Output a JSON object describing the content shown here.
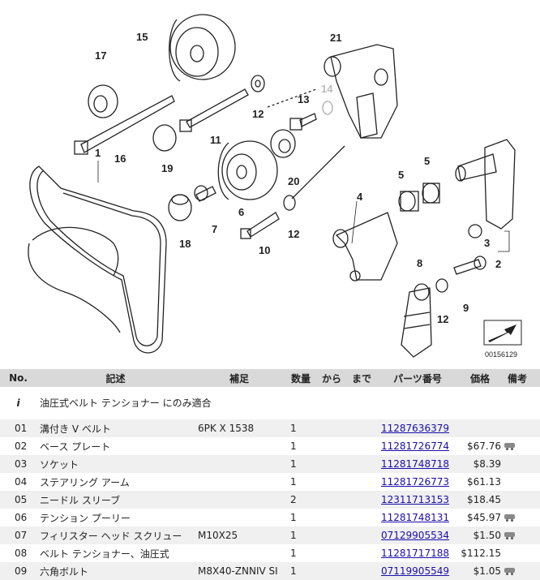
{
  "diagram": {
    "code": "00156129",
    "callouts": [
      "1",
      "2",
      "3",
      "4",
      "5",
      "5",
      "6",
      "7",
      "8",
      "9",
      "10",
      "11",
      "12",
      "12",
      "12",
      "13",
      "14",
      "15",
      "16",
      "17",
      "18",
      "19",
      "20",
      "21"
    ]
  },
  "table": {
    "headers": [
      "No.",
      "記述",
      "補足",
      "数量",
      "から",
      "まで",
      "パーツ番号",
      "価格",
      "備考"
    ],
    "info_row": {
      "no": "i",
      "desc": "油圧式ベルト テンショナー にのみ適合"
    },
    "rows": [
      {
        "no": "01",
        "desc": "溝付き V ベルト",
        "note": "6PK X 1538",
        "qty": "1",
        "part": "11287636379",
        "price": ""
      },
      {
        "no": "02",
        "desc": "ベース プレート",
        "note": "",
        "qty": "1",
        "part": "11281726774",
        "price": "$67.76"
      },
      {
        "no": "03",
        "desc": "ソケット",
        "note": "",
        "qty": "1",
        "part": "11281748718",
        "price": "$8.39"
      },
      {
        "no": "04",
        "desc": "ステアリング アーム",
        "note": "",
        "qty": "1",
        "part": "11281726773",
        "price": "$61.13"
      },
      {
        "no": "05",
        "desc": "ニードル スリーブ",
        "note": "",
        "qty": "2",
        "part": "12311713153",
        "price": "$18.45"
      },
      {
        "no": "06",
        "desc": "テンション プーリー",
        "note": "",
        "qty": "1",
        "part": "11281748131",
        "price": "$45.97"
      },
      {
        "no": "07",
        "desc": "フィリスター ヘッド スクリュー",
        "note": "M10X25",
        "qty": "1",
        "part": "07129905534",
        "price": "$1.50"
      },
      {
        "no": "08",
        "desc": "ベルト テンショナー、油圧式",
        "note": "",
        "qty": "1",
        "part": "11281717188",
        "price": "$112.15"
      },
      {
        "no": "09",
        "desc": "六角ボルト",
        "note": "M8X40-ZNNIV SI",
        "qty": "1",
        "part": "07119905549",
        "price": "$1.05"
      }
    ],
    "cart_rows": [
      "02",
      "06",
      "07",
      "09"
    ]
  }
}
